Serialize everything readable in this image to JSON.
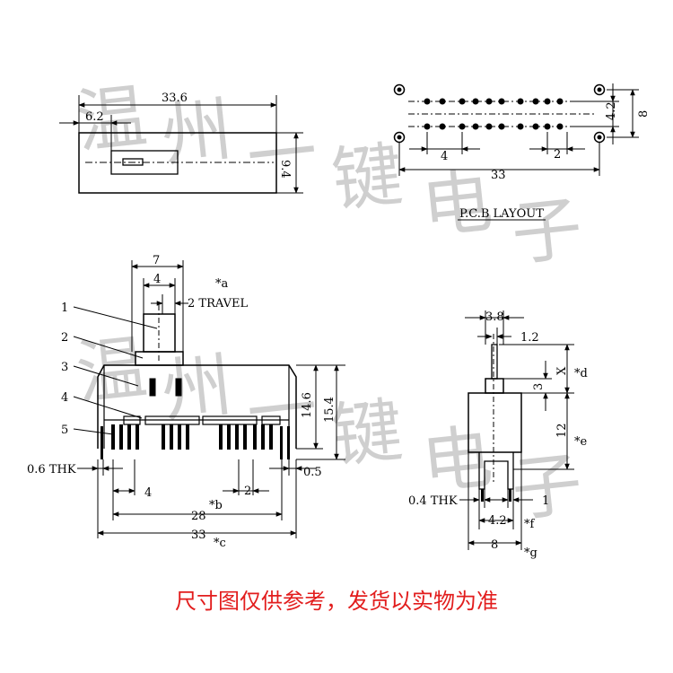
{
  "watermark": {
    "top_chars": [
      "温",
      "州",
      "一",
      "键",
      "电",
      "子"
    ],
    "bottom_chars": [
      "温",
      "州",
      "一",
      "键",
      "电",
      "子"
    ]
  },
  "top_view": {
    "dim_length": "33.6",
    "dim_offset": "6.2",
    "dim_height": "9.4"
  },
  "pcb": {
    "title": "P.C.B LAYOUT",
    "dim_pitch": "4",
    "dim_span": "33",
    "dim_small": "2",
    "dim_row": "4.2",
    "dim_total": "8"
  },
  "front_view": {
    "dim_knob_outer": "7",
    "dim_knob_inner": "4",
    "dim_travel": "2 TRAVEL",
    "note_a": "*a",
    "part_labels": [
      "1",
      "2",
      "3",
      "4",
      "5"
    ],
    "dim_body": "14.6",
    "dim_body_total": "15.4",
    "dim_thk": "0.6 THK",
    "dim_pitch": "4",
    "dim_small": "2",
    "dim_half": "0.5",
    "dim_mid": "28",
    "note_b": "*b",
    "dim_total": "33",
    "note_c": "*c"
  },
  "side_view": {
    "dim_width_top": "3.8",
    "dim_stem": "1.2",
    "dim_x": "X",
    "note_d": "*d",
    "dim_3": "3",
    "dim_12": "12",
    "note_e": "*e",
    "dim_thk": "0.4 THK",
    "dim_1": "1",
    "dim_42": "4.2",
    "note_f": "*f",
    "dim_8": "8",
    "note_g": "*g"
  },
  "footer": {
    "note": "尺寸图仅供参考，发货以实物为准"
  }
}
